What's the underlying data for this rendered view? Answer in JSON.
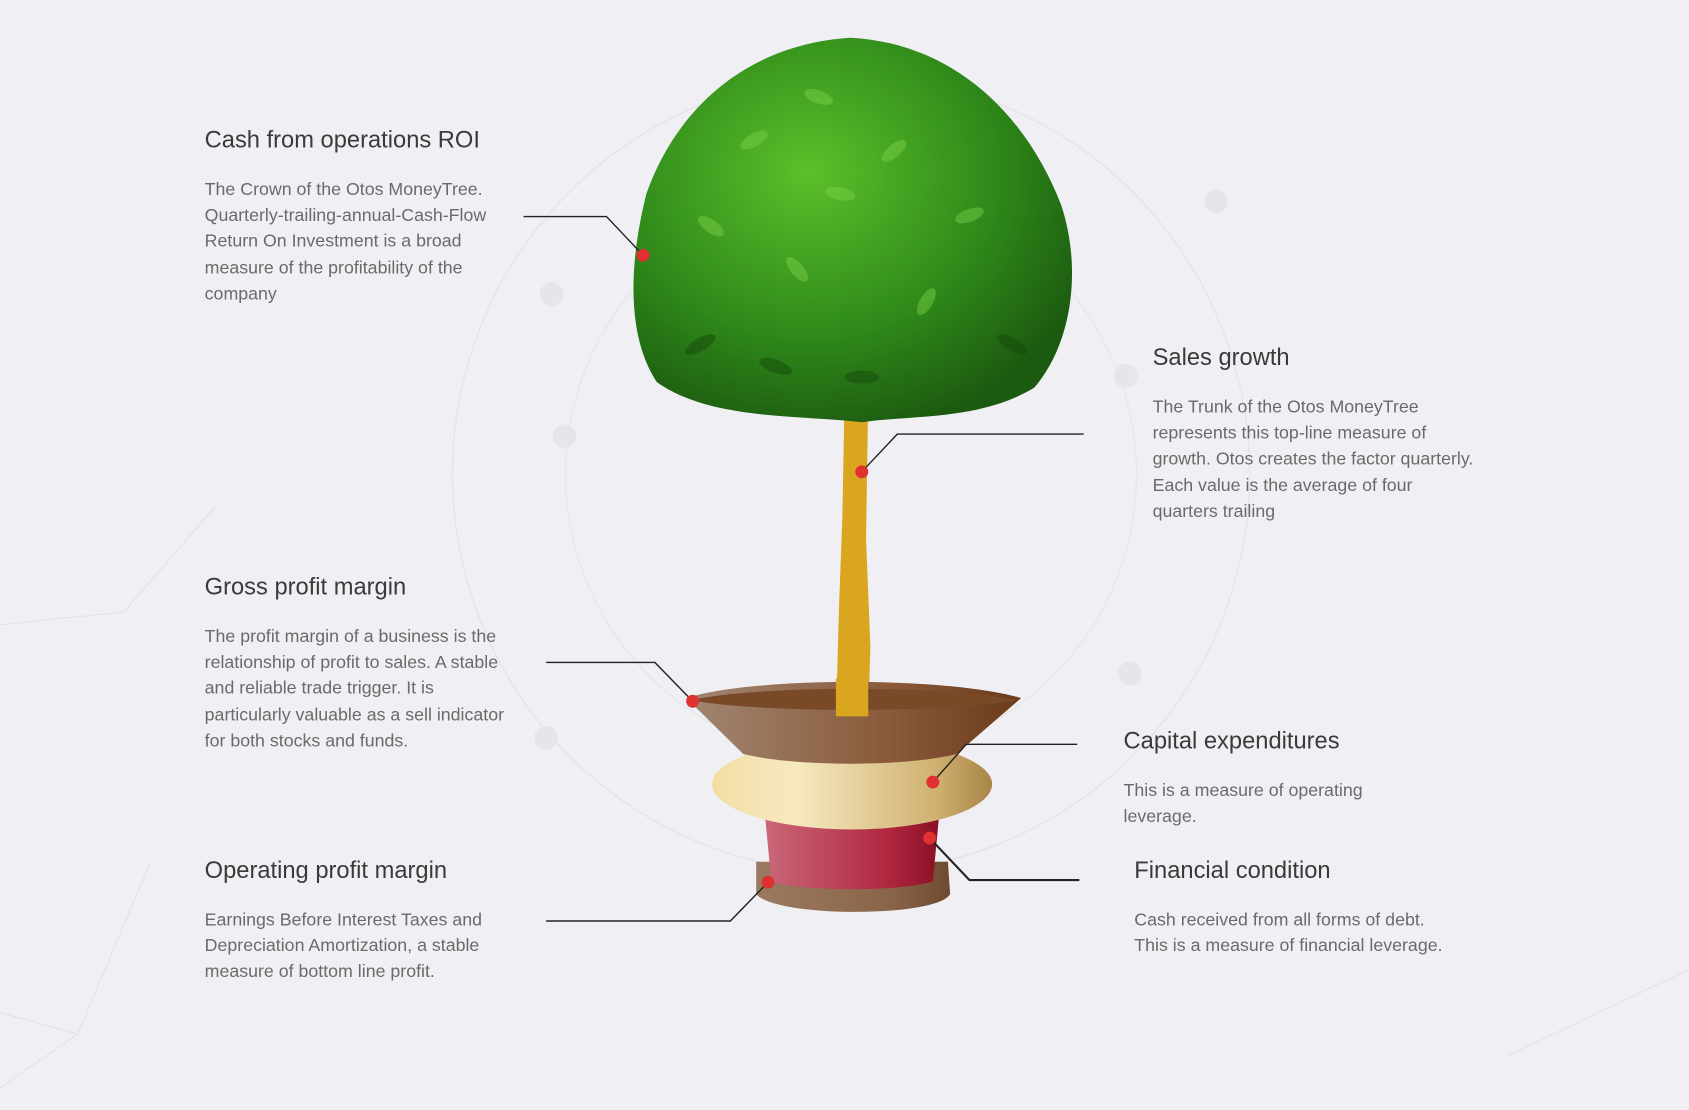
{
  "features": [
    {
      "title": "Cash from operations ROI",
      "text": "The Crown of the Otos MoneyTree. Quarterly-trailing-annual-Cash-Flow Return On Investment is a broad measure of the profitability of the company"
    },
    {
      "title": "Sales growth",
      "text": "The Trunk of the Otos MoneyTree represents this top-line measure of growth. Otos creates the factor quarterly. Each value is the average of four quarters trailing"
    },
    {
      "title": "Gross profit margin",
      "text": "The profit margin of a business is the relationship of profit to sales. A stable and reliable trade trigger. It is particularly valuable as a sell indicator for both stocks and funds."
    },
    {
      "title": "Capital expenditures",
      "text": "This is a measure of operating leverage."
    },
    {
      "title": "Financial condition",
      "text": "Cash received from all forms of debt. This is a measure of financial leverage."
    },
    {
      "title": "Operating profit margin",
      "text": "Earnings Before Interest Taxes and Depreciation Amortization, a stable measure of bottom line profit."
    }
  ],
  "colors": {
    "marker": "#e03030",
    "trunk": "#dba61f",
    "heading": "#3a3a3a",
    "body": "#6a6a6a"
  }
}
